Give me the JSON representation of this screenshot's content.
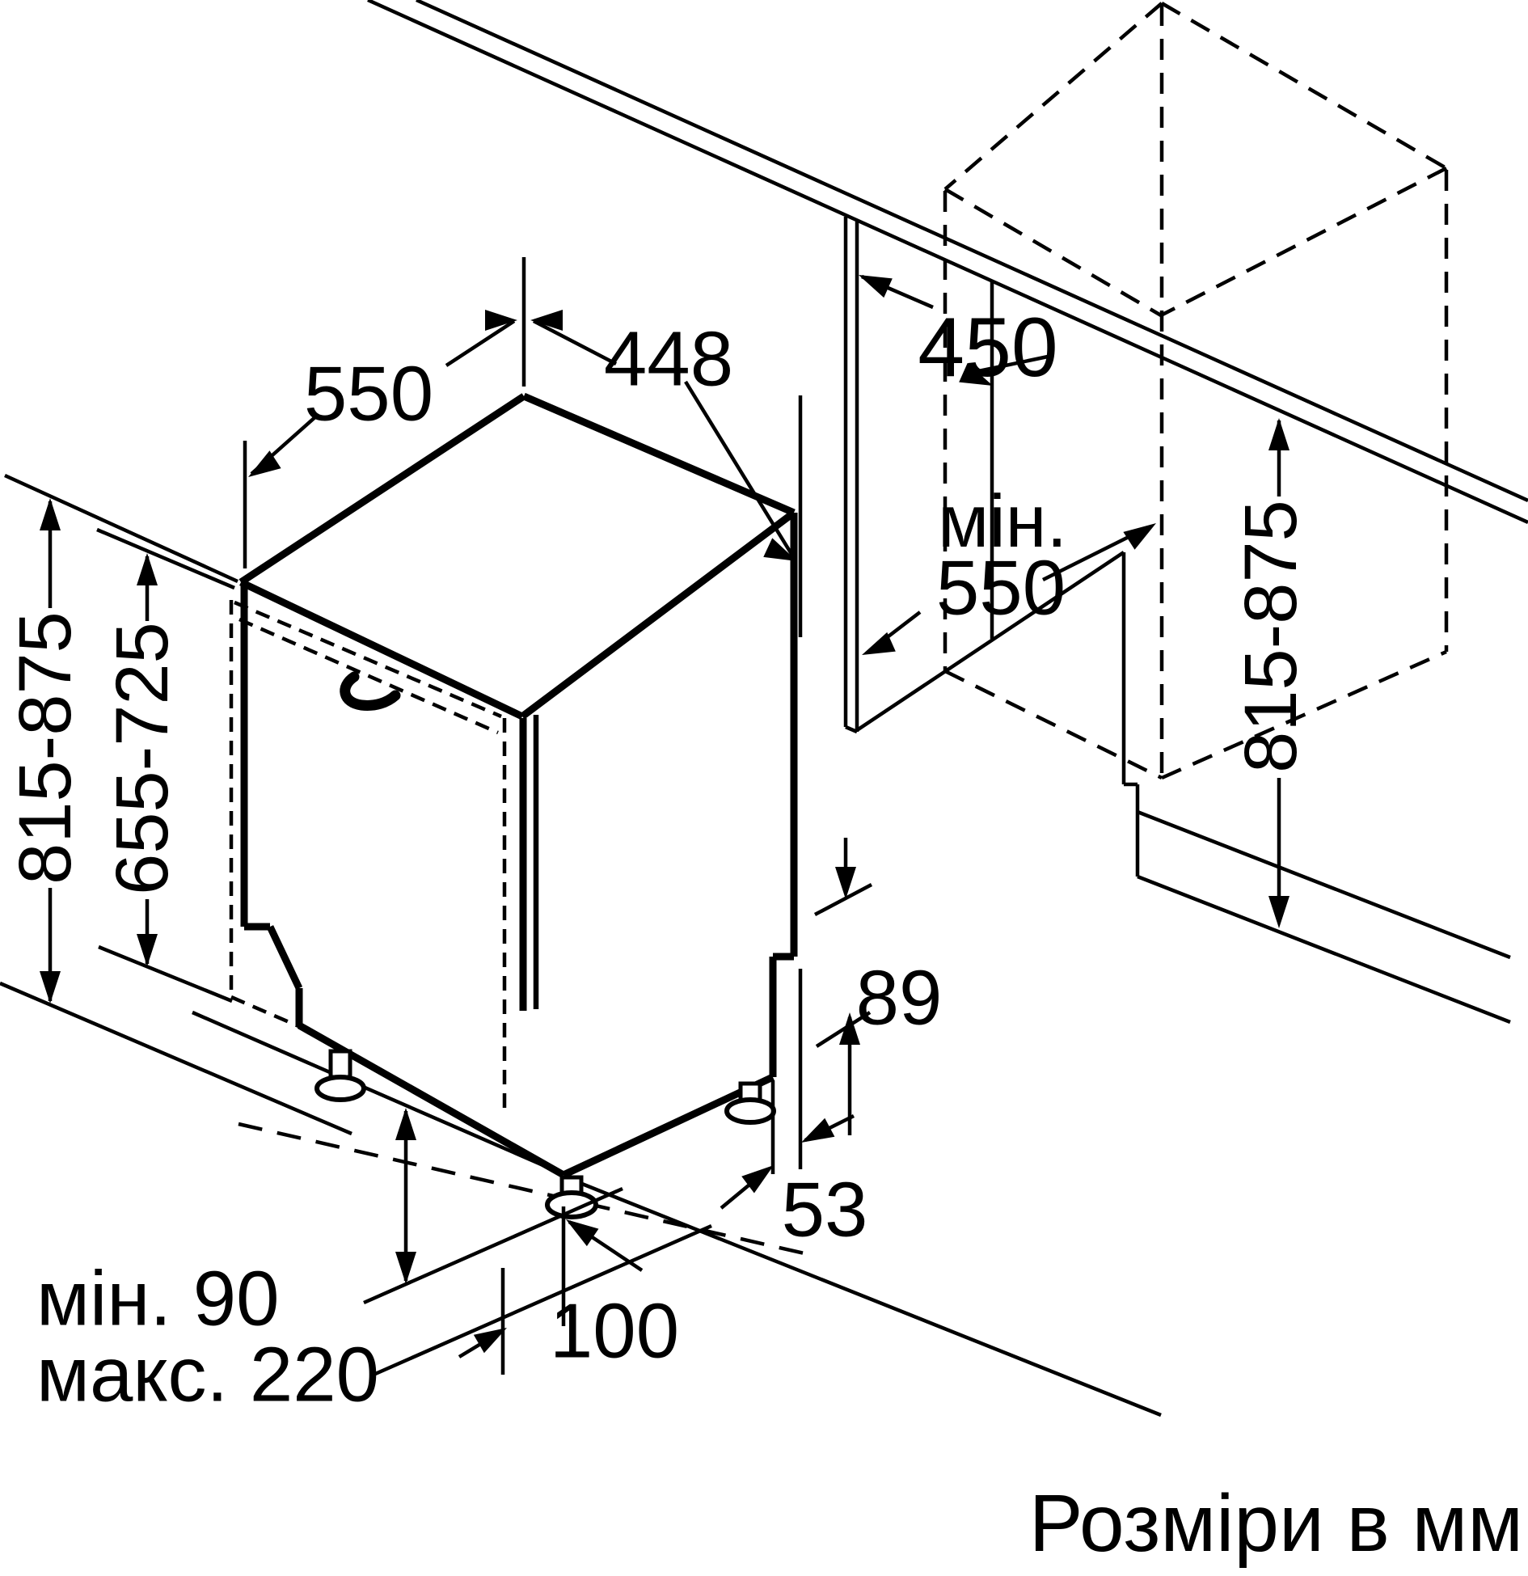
{
  "figure": {
    "caption": "Розміри в мм"
  },
  "dishwasher": {
    "depth": "550",
    "width": "448",
    "height_total": "815-875",
    "door_panel_height": "655-725",
    "plinth_min": "мін. 90",
    "plinth_max": "макс. 220",
    "base_recess_front": "100",
    "base_recess_side": "53",
    "base_step_height": "89"
  },
  "niche": {
    "width": "450",
    "depth_min_label": "мін.",
    "depth_min_value": "550",
    "height": "815-875"
  }
}
